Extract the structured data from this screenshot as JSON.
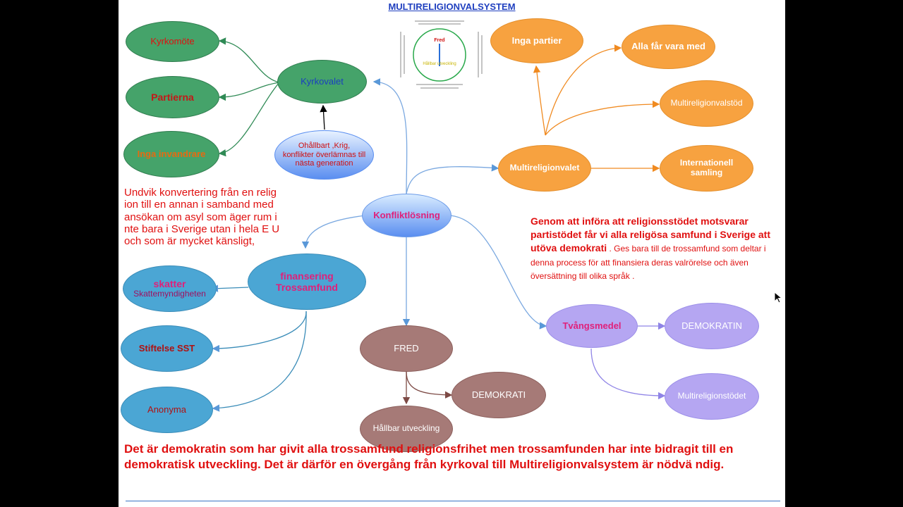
{
  "title": "MULTIRELIGIONVALSYSTEM",
  "thumbnail": {
    "top": "Fred",
    "bottom": "Hållbar utveckling"
  },
  "nodes": {
    "kyrkomote": "Kyrkomöte",
    "partierna": "Partierna",
    "inga_invandrare": "Inga invandrare",
    "kyrkovalet": "Kyrkovalet",
    "ohallbart": "Ohållbart ,Krig, konflikter överlämnas till nästa generation",
    "inga_partier": "Inga partier",
    "alla_far_vara_med": "Alla får vara med",
    "multireligionvalstod": "Multireligionvalstöd",
    "internationell_samling": "Internationell samling",
    "multireligionvalet": "Multireligionvalet",
    "konfliktlosning": "Konfliktlösning",
    "finansering_line1": "finansering",
    "finansering_line2": "Trossamfund",
    "skatter": "skatter",
    "skattemyndigheten": "Skattemyndigheten",
    "stiftelse": "Stiftelse SST",
    "anonyma": "Anonyma",
    "fred": "FRED",
    "demokrati": "DEMOKRATI",
    "hallbar": "Hållbar utveckling",
    "tvangsmedel": "Tvångsmedel",
    "demokratin": "DEMOKRATIN",
    "multireligionstodet": "Multireligionstödet"
  },
  "notes": {
    "konvertering": "Undvik konvertering från en relig ion till en annan i samband med ansökan om asyl som äger rum i nte bara i Sverige utan i hela E U och som är mycket känsligt,",
    "genom_bold": "Genom att införa att religionsstödet motsvarar partistödet får vi alla religösa samfund i Sverige att utöva demokrati",
    "genom_rest": " . Ges bara till de trossamfund som deltar i denna process för att finansiera deras valrörelse och även översättning till olika språk .",
    "bottom": "Det är demokratin som har givit alla trossamfund religionsfrihet men trossamfunden har inte bidragit till en demokratisk utveckling. Det är därför en övergång från kyrkoval till Multireligionvalsystem är nödvä ndig."
  },
  "colors": {
    "green": "#45a36a",
    "orange": "#f7a240",
    "blue": "#4ba6d4",
    "purple": "#b5a6f2",
    "mauve": "#a67a77",
    "red_text": "#e01010",
    "title": "#1f3fbf"
  },
  "icons": {
    "cursor": "mouse-pointer-icon"
  }
}
